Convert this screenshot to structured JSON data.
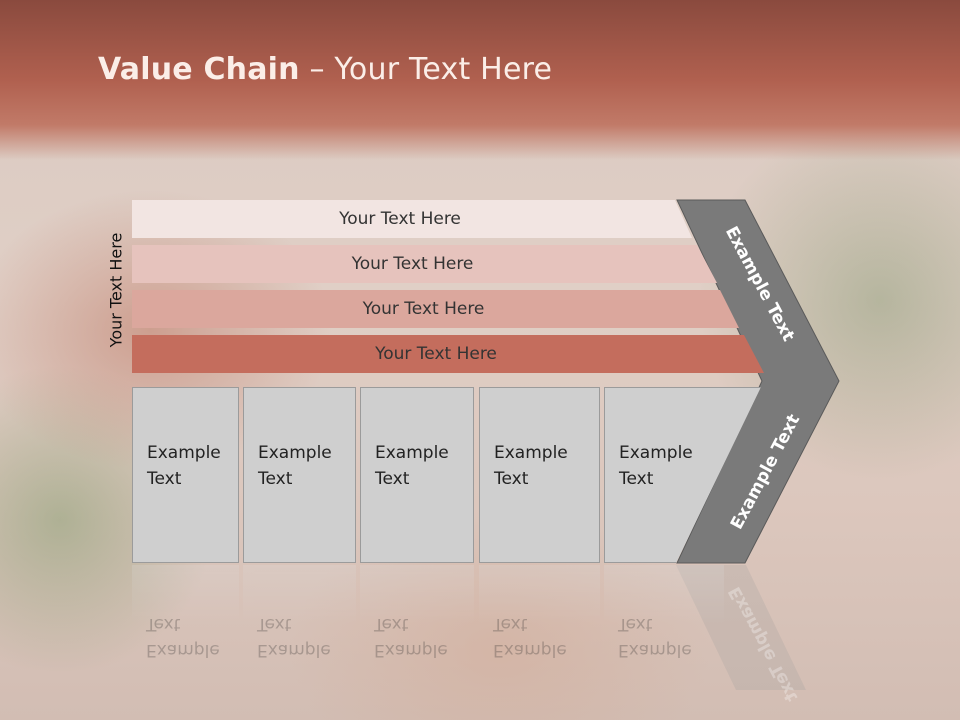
{
  "title": {
    "bold": "Value Chain",
    "rest": " – Your Text Here"
  },
  "side_label": "Your Text Here",
  "bands": [
    {
      "label": "Your Text Here",
      "color": "#f2e5e2"
    },
    {
      "label": "Your Text Here",
      "color": "#e6c3bd"
    },
    {
      "label": "Your Text Here",
      "color": "#dba79d"
    },
    {
      "label": "Your Text Here",
      "color": "#c46d5d"
    }
  ],
  "boxes": [
    {
      "line1": "Example",
      "line2": "Text"
    },
    {
      "line1": "Example",
      "line2": "Text"
    },
    {
      "line1": "Example",
      "line2": "Text"
    },
    {
      "line1": "Example",
      "line2": "Text"
    },
    {
      "line1": "Example",
      "line2": "Text"
    }
  ],
  "chevron": {
    "upper_label": "Example Text",
    "lower_label": "Example Text",
    "color": "#7a7a7a"
  }
}
